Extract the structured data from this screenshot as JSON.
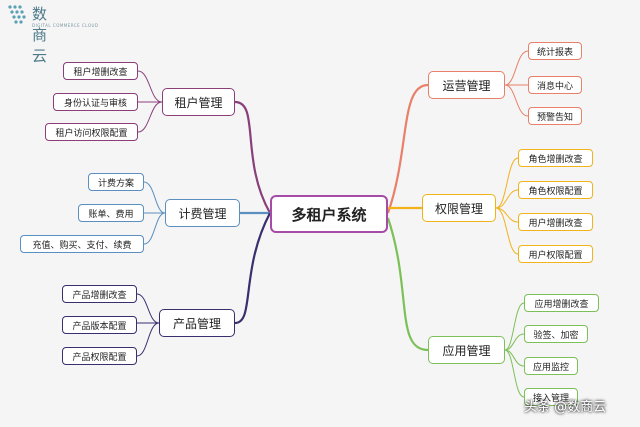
{
  "brand": {
    "name": "数商云",
    "tagline": "DIGITAL COMMERCE CLOUD"
  },
  "watermark": "头条 @数商云",
  "center": "多租户系统",
  "branches": {
    "tenant": {
      "label": "租户管理",
      "items": [
        "租户增删改查",
        "身份认证与审核",
        "租户访问权限配置"
      ]
    },
    "billing": {
      "label": "计费管理",
      "items": [
        "计费方案",
        "账单、费用",
        "充值、购买、支付、续费"
      ]
    },
    "product": {
      "label": "产品管理",
      "items": [
        "产品增删改查",
        "产品版本配置",
        "产品权限配置"
      ]
    },
    "ops": {
      "label": "运营管理",
      "items": [
        "统计报表",
        "消息中心",
        "预警告知"
      ]
    },
    "perm": {
      "label": "权限管理",
      "items": [
        "角色增删改查",
        "角色权限配置",
        "用户增删改查",
        "用户权限配置"
      ]
    },
    "app": {
      "label": "应用管理",
      "items": [
        "应用增删改查",
        "验签、加密",
        "应用监控",
        "接入管理"
      ]
    }
  },
  "colors": {
    "tenant": "#8a3f7a",
    "billing": "#5a8fc0",
    "product": "#3a2f6e",
    "ops": "#e8806a",
    "perm": "#f2b21c",
    "app": "#7cc058",
    "center": "#a64ca6"
  }
}
